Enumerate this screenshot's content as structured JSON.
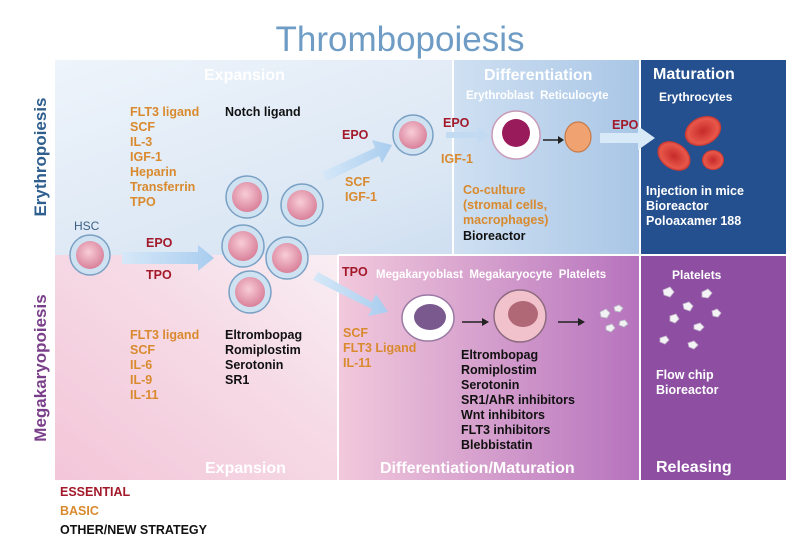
{
  "title": "Thrombopoiesis",
  "side_labels": {
    "top": "Erythropoiesis",
    "bottom": "Megakaryopoiesis"
  },
  "headers": {
    "expansion_top": "Expansion",
    "differentiation": "Differentiation",
    "maturation": "Maturation",
    "expansion_bottom": "Expansion",
    "diff_maturation": "Differentiation/Maturation",
    "releasing": "Releasing"
  },
  "hsc": "HSC",
  "erythro": {
    "expansion_basic": "FLT3 ligand\nSCF\nIL-3\nIGF-1\nHeparin\nTransferrin\nTPO",
    "expansion_other": "Notch ligand",
    "epo_to_diff": "EPO",
    "diff_basic": "SCF\nIGF-1",
    "stage_labels": "Erythroblast  Reticulocyte",
    "epo_mid": "EPO",
    "igf_mid": "IGF-1",
    "coculture": "Co-culture\n(stromal cells,\nmacrophages)",
    "bioreactor": "Bioreactor",
    "epo_to_mat": "EPO",
    "erythrocytes": "Erythrocytes",
    "maturation_text": "Injection in mice\nBioreactor\nPoloaxamer 188"
  },
  "hsc_epo": "EPO",
  "hsc_tpo": "TPO",
  "mega": {
    "tpo": "TPO",
    "stage_labels": "Megakaryoblast  Megakaryocyte  Platelets",
    "diff_basic": "SCF\nFLT3 Ligand\nIL-11",
    "expansion_basic": "FLT3 ligand\nSCF\nIL-6\nIL-9\nIL-11",
    "expansion_other": "Eltrombopag\nRomiplostim\nSerotonin\nSR1",
    "diff_other": "Eltrombopag\nRomiplostim\nSerotonin\nSR1/AhR inhibitors\nWnt inhibitors\nFLT3 inhibitors\nBlebbistatin",
    "platelets": "Platelets",
    "releasing_text": "Flow chip\nBioreactor"
  },
  "legend": {
    "essential": "ESSENTIAL",
    "basic": "BASIC",
    "other": "OTHER/NEW STRATEGY"
  },
  "colors": {
    "essential": "#a3192a",
    "basic": "#d98a2e",
    "other": "#111111",
    "title": "#6f9cc4",
    "erythro_label": "#2e5f8f",
    "mega_label": "#7a3f8a",
    "maturation_panel": "#25508f",
    "releasing_panel": "#8e4fa3"
  }
}
